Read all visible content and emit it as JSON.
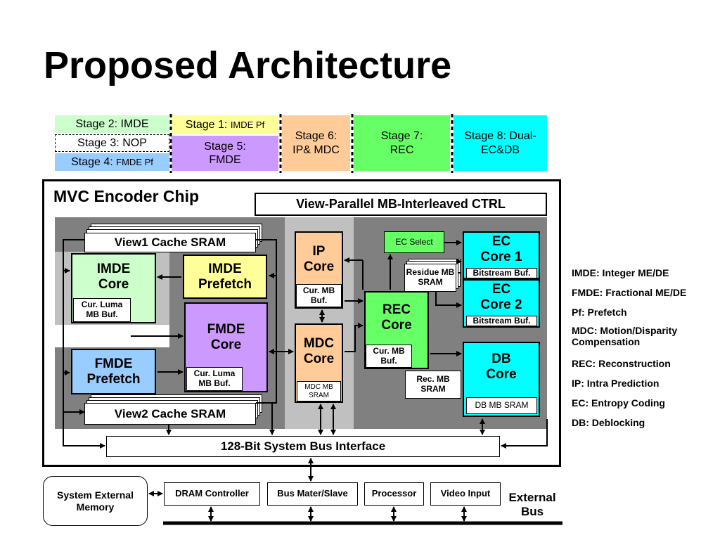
{
  "title": "Proposed Architecture",
  "stages": {
    "s2": "Stage 2: IMDE",
    "s3": "Stage 3: NOP",
    "s4_a": "Stage 4: ",
    "s4_b": "FMDE Pf",
    "s1_a": "Stage 1: ",
    "s1_b": "IMDE Pf",
    "s5": "Stage 5: FMDE",
    "s6": "Stage 6: IP& MDC",
    "s7": "Stage 7: REC",
    "s8": "Stage 8: Dual-EC&DB"
  },
  "chip": {
    "label": "MVC Encoder Chip",
    "ctrl": "View-Parallel MB-Interleaved CTRL",
    "view1_cache": "View1 Cache SRAM",
    "view2_cache": "View2 Cache SRAM",
    "imde_core": "IMDE Core",
    "cur_luma_1": "Cur. Luma MB Buf.",
    "imde_prefetch": "IMDE Prefetch",
    "fmde_core": "FMDE Core",
    "cur_luma_2": "Cur. Luma MB Buf.",
    "fmde_prefetch": "FMDE Prefetch",
    "ip_core": "IP Core",
    "cur_mb_buf_ip": "Cur. MB Buf.",
    "mdc_core": "MDC Core",
    "mdc_mb_sram": "MDC MB SRAM",
    "ec_select": "EC Select",
    "residue_sram": "Residue MB SRAM",
    "rec_core": "REC Core",
    "cur_mb_buf_rec": "Cur. MB Buf.",
    "rec_mb_sram": "Rec. MB SRAM",
    "ec_core_1": "EC Core 1",
    "bitstream_1": "Bitstream Buf.",
    "ec_core_2": "EC Core 2",
    "bitstream_2": "Bitstream Buf.",
    "db_core": "DB Core",
    "db_mb_sram": "DB MB SRAM",
    "bus_interface": "128-Bit System Bus Interface"
  },
  "external": {
    "memory": "System External Memory",
    "dram": "DRAM Controller",
    "bus_master": "Bus Mater/Slave",
    "processor": "Processor",
    "video_input": "Video Input",
    "ext_bus": "External Bus"
  },
  "legend": [
    "IMDE: Integer ME/DE",
    "FMDE: Fractional ME/DE",
    "Pf: Prefetch",
    "MDC: Motion/Disparity Compensation",
    "REC: Reconstruction",
    "IP: Intra Prediction",
    "EC: Entropy Coding",
    "DB: Deblocking"
  ],
  "colors": {
    "imde": "#ccffcc",
    "prefetch": "#ffff99",
    "fmde": "#cc99ff",
    "fmde_pf": "#99ccff",
    "ip_mdc": "#ffcc99",
    "rec": "#66ff66",
    "ec_db": "#00ffff",
    "panel_dark": "#808080",
    "panel_light": "#c0c0c0"
  }
}
